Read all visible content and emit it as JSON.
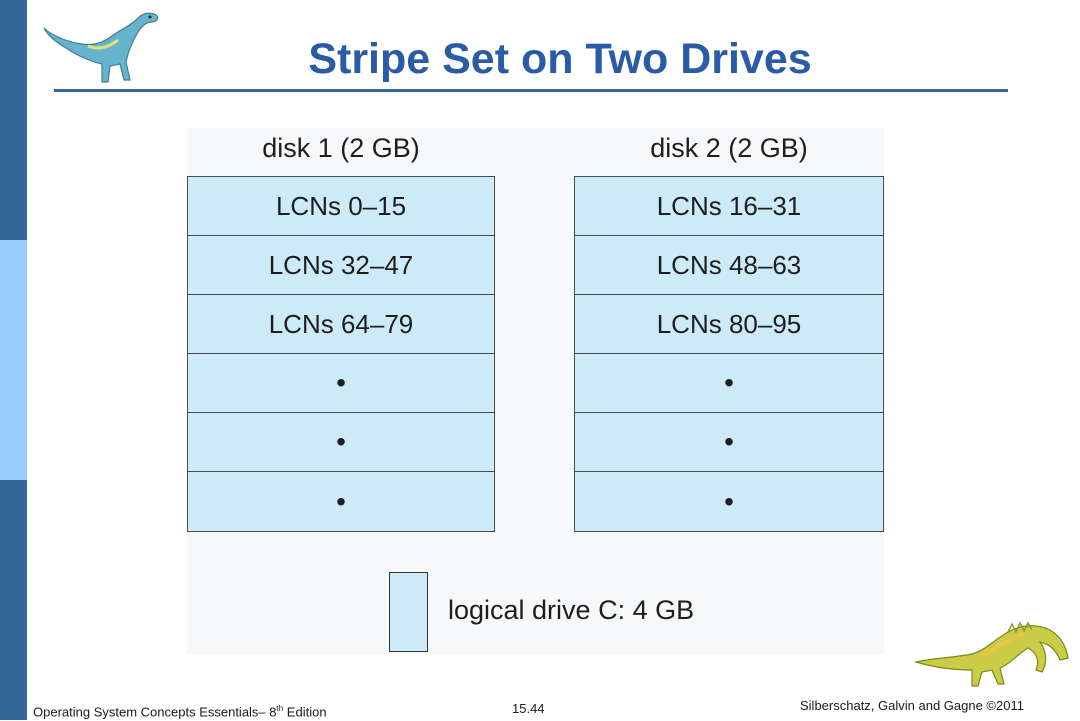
{
  "title": "Stripe Set on Two Drives",
  "disks": [
    {
      "header": "disk 1 (2 GB)",
      "rows": [
        "LCNs 0–15",
        "LCNs 32–47",
        "LCNs 64–79",
        "•",
        "•",
        "•"
      ]
    },
    {
      "header": "disk 2 (2 GB)",
      "rows": [
        "LCNs 16–31",
        "LCNs 48–63",
        "LCNs 80–95",
        "•",
        "•",
        "•"
      ]
    }
  ],
  "legend": {
    "label": "logical drive C: 4 GB"
  },
  "footer": {
    "left_main": "Operating System Concepts Essentials– 8",
    "left_sup": "th",
    "left_end": " Edition",
    "center": "15.44",
    "right": "Silberschatz, Galvin and Gagne ©2011"
  },
  "colors": {
    "accent": "#336699",
    "title": "#2a5ba6",
    "cell_fill": "#cceaf8",
    "side_light": "#99ccff"
  },
  "icons": [
    "dinosaur-logo-icon",
    "dinosaur-footer-icon"
  ]
}
